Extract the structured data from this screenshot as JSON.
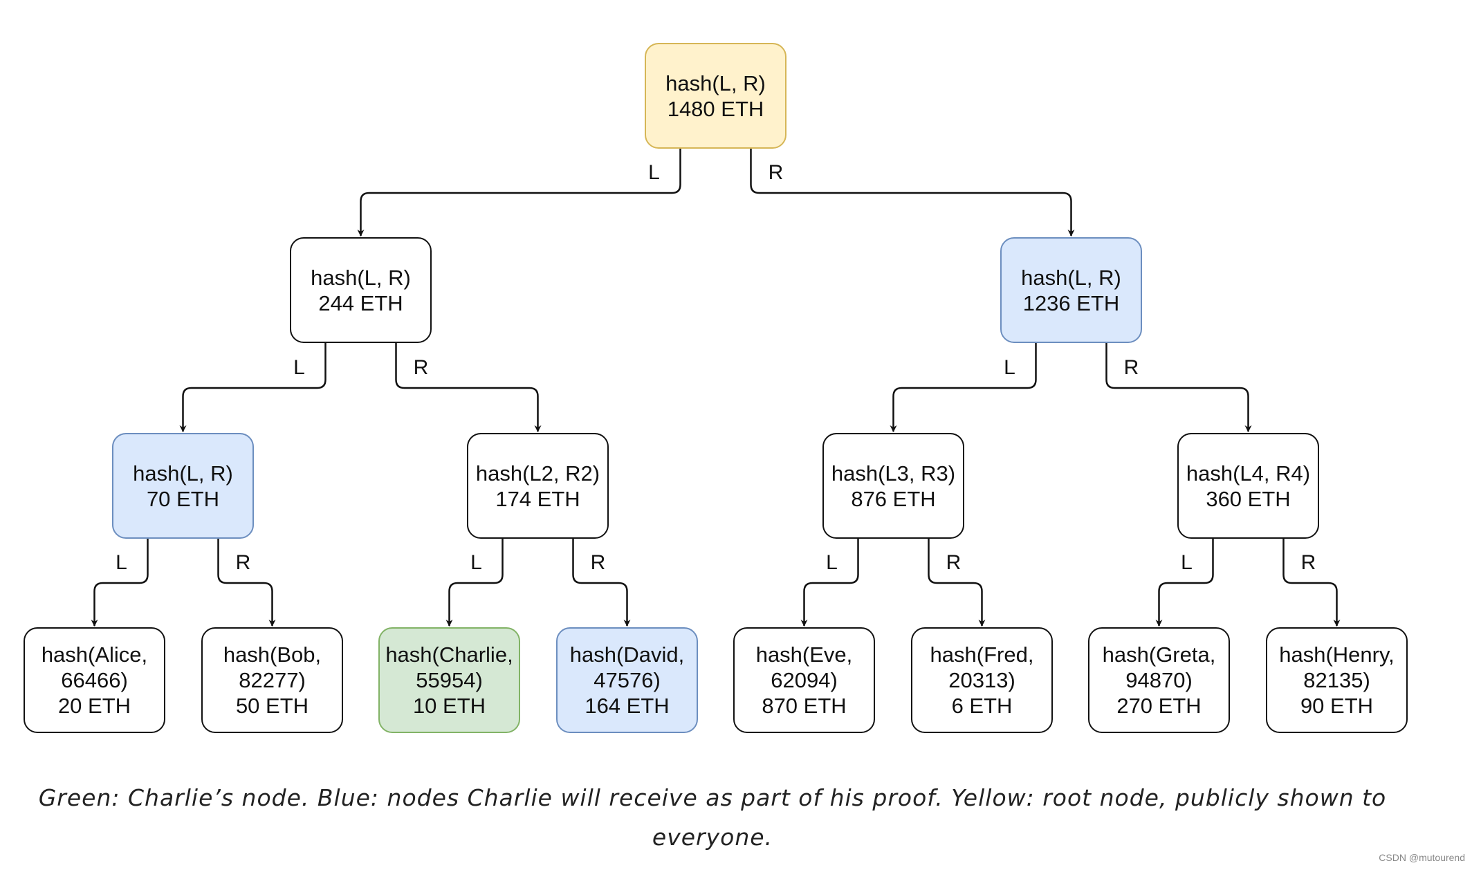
{
  "colors": {
    "green": "#d5e8d4",
    "green_border": "#82b366",
    "blue": "#dae8fc",
    "blue_border": "#6c8ebf",
    "yellow": "#fff2cc",
    "yellow_border": "#d6b656",
    "default": "#ffffff",
    "default_border": "#111111"
  },
  "tree": {
    "root": {
      "lines": [
        "hash(L, R)",
        "1480 ETH"
      ],
      "highlight": "yellow"
    },
    "n1": {
      "lines": [
        "hash(L, R)",
        "244 ETH"
      ],
      "highlight": "default"
    },
    "n2": {
      "lines": [
        "hash(L, R)",
        "1236 ETH"
      ],
      "highlight": "blue"
    },
    "n11": {
      "lines": [
        "hash(L, R)",
        "70 ETH"
      ],
      "highlight": "blue"
    },
    "n12": {
      "lines": [
        "hash(L2, R2)",
        "174 ETH"
      ],
      "highlight": "default"
    },
    "n21": {
      "lines": [
        "hash(L3, R3)",
        "876 ETH"
      ],
      "highlight": "default"
    },
    "n22": {
      "lines": [
        "hash(L4, R4)",
        "360 ETH"
      ],
      "highlight": "default"
    },
    "alice": {
      "lines": [
        "hash(Alice,",
        "66466)",
        "20 ETH"
      ],
      "highlight": "default"
    },
    "bob": {
      "lines": [
        "hash(Bob,",
        "82277)",
        "50 ETH"
      ],
      "highlight": "default"
    },
    "charlie": {
      "lines": [
        "hash(Charlie,",
        "55954)",
        "10 ETH"
      ],
      "highlight": "green"
    },
    "david": {
      "lines": [
        "hash(David,",
        "47576)",
        "164 ETH"
      ],
      "highlight": "blue"
    },
    "eve": {
      "lines": [
        "hash(Eve,",
        "62094)",
        "870 ETH"
      ],
      "highlight": "default"
    },
    "fred": {
      "lines": [
        "hash(Fred,",
        "20313)",
        "6 ETH"
      ],
      "highlight": "default"
    },
    "greta": {
      "lines": [
        "hash(Greta,",
        "94870)",
        "270 ETH"
      ],
      "highlight": "default"
    },
    "henry": {
      "lines": [
        "hash(Henry,",
        "82135)",
        "90 ETH"
      ],
      "highlight": "default"
    }
  },
  "edges": [
    {
      "from": "root",
      "to": "n1",
      "label": "L"
    },
    {
      "from": "root",
      "to": "n2",
      "label": "R"
    },
    {
      "from": "n1",
      "to": "n11",
      "label": "L"
    },
    {
      "from": "n1",
      "to": "n12",
      "label": "R"
    },
    {
      "from": "n2",
      "to": "n21",
      "label": "L"
    },
    {
      "from": "n2",
      "to": "n22",
      "label": "R"
    },
    {
      "from": "n11",
      "to": "alice",
      "label": "L"
    },
    {
      "from": "n11",
      "to": "bob",
      "label": "R"
    },
    {
      "from": "n12",
      "to": "charlie",
      "label": "L"
    },
    {
      "from": "n12",
      "to": "david",
      "label": "R"
    },
    {
      "from": "n21",
      "to": "eve",
      "label": "L"
    },
    {
      "from": "n21",
      "to": "fred",
      "label": "R"
    },
    {
      "from": "n22",
      "to": "greta",
      "label": "L"
    },
    {
      "from": "n22",
      "to": "henry",
      "label": "R"
    }
  ],
  "caption": {
    "line1": "Green: Charlie’s node. Blue: nodes Charlie will receive as part of his proof. Yellow: root node, publicly shown to",
    "line2": "everyone."
  },
  "watermark": "CSDN @mutourend"
}
